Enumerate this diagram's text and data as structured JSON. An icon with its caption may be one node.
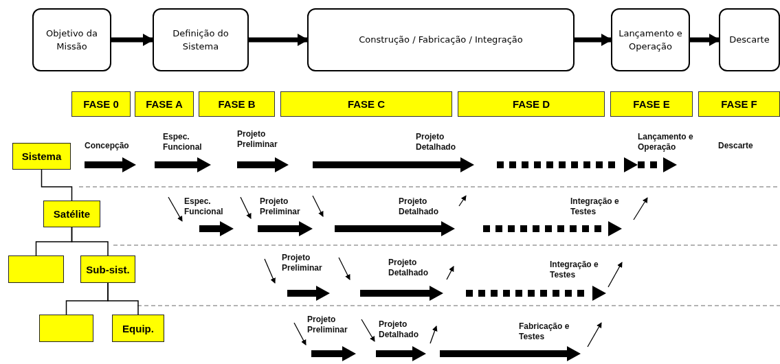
{
  "diagram": {
    "nodes": [
      {
        "text": [
          "Objetivo da Missão"
        ]
      },
      {
        "text": [
          "Definição do Sistema"
        ]
      },
      {
        "text": [
          "Construção / Fabricação / Integração"
        ]
      },
      {
        "text": [
          "Lançamento e Operação"
        ]
      },
      {
        "text": [
          "Descarte"
        ]
      },
      {
        "text": [
          "FASE 0"
        ]
      },
      {
        "text": [
          "FASE A"
        ]
      },
      {
        "text": [
          "FASE B"
        ]
      },
      {
        "text": [
          "FASE C"
        ]
      },
      {
        "text": [
          "FASE D"
        ]
      },
      {
        "text": [
          "FASE E"
        ]
      },
      {
        "text": [
          "FASE F"
        ]
      },
      {
        "text": [
          "Sistema"
        ]
      },
      {
        "text": [
          "Satélite"
        ]
      },
      {
        "text": [],
        "shape": "box"
      },
      {
        "text": [
          "Sub-sist."
        ]
      },
      {
        "text": [],
        "shape": "box"
      },
      {
        "text": [
          "Equip."
        ]
      }
    ],
    "edges": [
      {
        "from": 0,
        "to": 1,
        "arrow": "to",
        "style": "thick"
      },
      {
        "from": 1,
        "to": 2,
        "arrow": "to",
        "style": "thick"
      },
      {
        "from": 2,
        "to": 3,
        "arrow": "to",
        "style": "thick"
      },
      {
        "from": 3,
        "to": 4,
        "arrow": "to",
        "style": "thick"
      },
      {
        "from": 12,
        "to": 13,
        "arrow": "none"
      },
      {
        "from": 13,
        "to": 14,
        "arrow": "none"
      },
      {
        "from": 13,
        "to": 15,
        "arrow": "none"
      },
      {
        "from": 15,
        "to": 16,
        "arrow": "none"
      },
      {
        "from": 15,
        "to": 17,
        "arrow": "none"
      }
    ],
    "labels": [
      "Concepção",
      "Espec. Funcional",
      "Projeto Preliminar",
      "Projeto Detalhado",
      "Lançamento e Operação",
      "Descarte",
      "Espec. Funcional",
      "Projeto Preliminar",
      "Projeto Detalhado",
      "Integração e Testes",
      "Projeto Preliminar",
      "Projeto Detalhado",
      "Integração e Testes",
      "Projeto Preliminar",
      "Projeto Detalhado",
      "Fabricação e Testes"
    ]
  }
}
